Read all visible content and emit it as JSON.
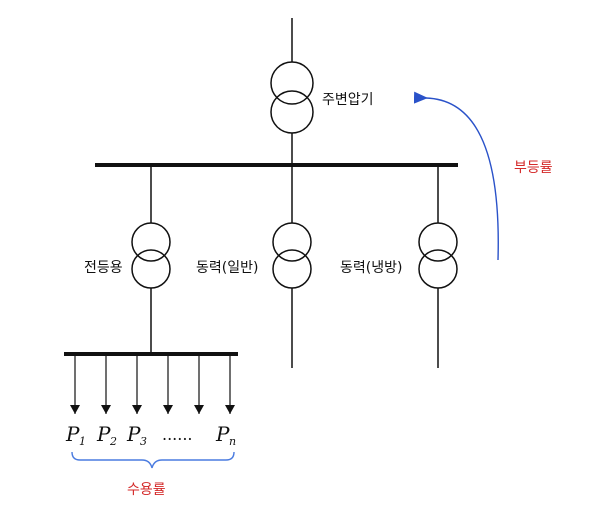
{
  "labels": {
    "main_transformer": "주변압기",
    "lighting": "전등용",
    "power_general": "동력(일반)",
    "power_cooling": "동력(냉방)",
    "load_factor_ratio": "부등률",
    "demand_factor": "수용률",
    "dots": "......"
  },
  "loads": [
    {
      "letter": "P",
      "sub": "1"
    },
    {
      "letter": "P",
      "sub": "2"
    },
    {
      "letter": "P",
      "sub": "3"
    },
    {
      "letter": "P",
      "sub": "n"
    }
  ],
  "colors": {
    "line": "#111111",
    "arrow": "#2a52c9",
    "brace": "#4a7be0",
    "accent_text": "#d42a2a"
  }
}
